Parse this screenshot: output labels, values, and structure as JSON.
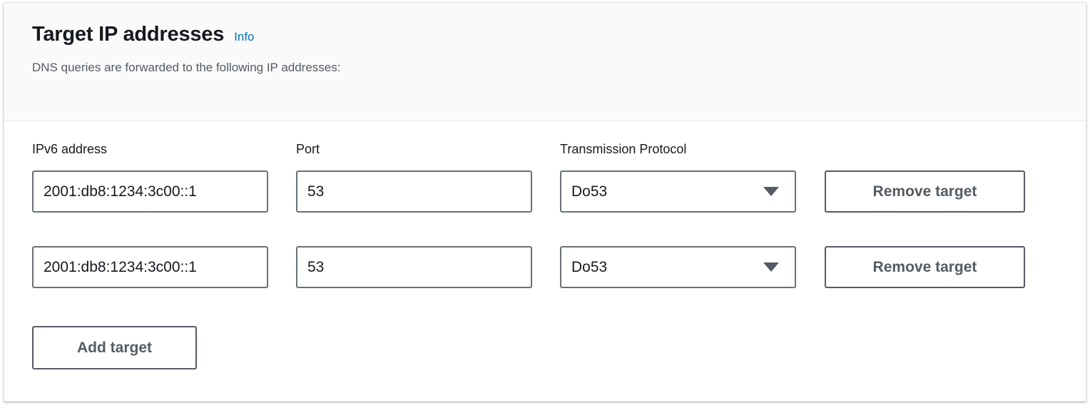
{
  "panel": {
    "title": "Target IP addresses",
    "info_label": "Info",
    "description": "DNS queries are forwarded to the following IP addresses:"
  },
  "columns": {
    "ip_label": "IPv6 address",
    "port_label": "Port",
    "protocol_label": "Transmission Protocol"
  },
  "rows": [
    {
      "ip": "2001:db8:1234:3c00::1",
      "port": "53",
      "protocol": "Do53",
      "remove_label": "Remove target"
    },
    {
      "ip": "2001:db8:1234:3c00::1",
      "port": "53",
      "protocol": "Do53",
      "remove_label": "Remove target"
    }
  ],
  "actions": {
    "add_label": "Add target"
  },
  "colors": {
    "link": "#0073bb",
    "header_bg": "#fafafa",
    "text_primary": "#16191f",
    "text_secondary": "#545b64",
    "field_border": "#687078"
  }
}
